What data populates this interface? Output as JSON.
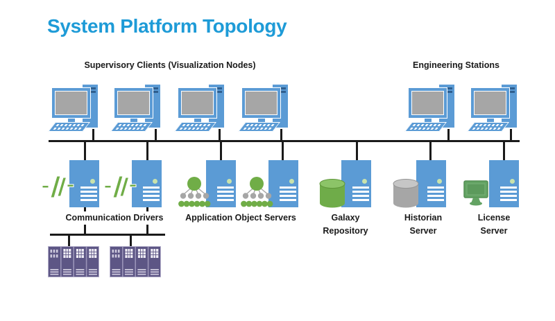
{
  "title": "System Platform Topology",
  "group_labels": {
    "supervisory": "Supervisory Clients (Visualization Nodes)",
    "engineering": "Engineering Stations"
  },
  "node_labels": {
    "communication_drivers": "Communication Drivers",
    "application_object_servers": "Application Object Servers",
    "galaxy_repository": "Galaxy Repository",
    "historian_server": "Historian Server",
    "license_server": "License Server"
  },
  "counts": {
    "supervisory_client_workstations": 4,
    "engineering_station_workstations": 2,
    "communication_driver_servers": 2,
    "application_object_servers": 2,
    "plc_racks": 2
  },
  "icons": {
    "workstation": "desktop-computer-icon",
    "server": "server-tower-icon",
    "communication": "lightning-bolt-icon",
    "deployment": "object-tree-icon",
    "galaxy_db": "green-database-cylinder-icon",
    "historian_db": "gray-database-cylinder-icon",
    "license": "green-monitor-icon",
    "field_device": "plc-rack-icon"
  },
  "colors": {
    "title_blue": "#1E9BD7",
    "node_blue": "#5B9BD5",
    "screen_gray": "#A6A6A6",
    "accent_green": "#70AD47",
    "rack_purple": "#5D5685",
    "line_black": "#1A1A1A"
  }
}
